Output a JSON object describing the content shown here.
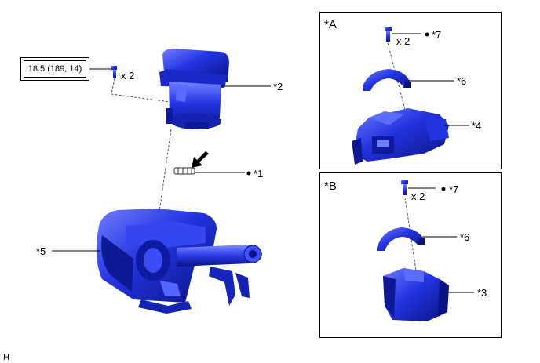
{
  "torque_spec": "18.5 (189, 14)",
  "qty_bolt_main": "x 2",
  "qty_a": "x 2",
  "qty_b": "x 2",
  "labels": {
    "p1": "*1",
    "p2": "*2",
    "p3": "*3",
    "p4": "*4",
    "p5": "*5",
    "p6a": "*6",
    "p6b": "*6",
    "p7a": "*7",
    "p7b": "*7"
  },
  "panel_a_title": "*A",
  "panel_b_title": "*B",
  "corner_mark": "H",
  "colors": {
    "part_blue": "#1f2fd6",
    "part_dark": "#0a1380",
    "part_light": "#5a6cff",
    "line": "#000000",
    "dash": "#555555"
  }
}
